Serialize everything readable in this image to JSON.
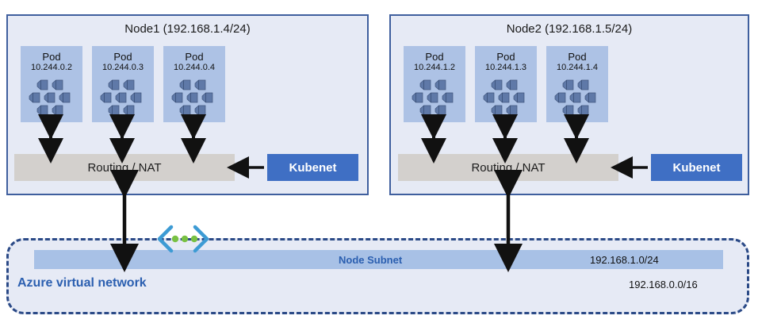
{
  "diagram": {
    "title": "Azure Kubernetes kubenet networking",
    "colors": {
      "node_fill": "#e6eaf5",
      "node_border": "#3f5f9e",
      "pod_fill": "#adc2e5",
      "routing_fill": "#d3d0cd",
      "kubenet_fill": "#3f6fc4",
      "subnet_fill": "#a8c1e6",
      "vnet_border": "#2b4a87",
      "accent_blue": "#2b5fb0",
      "chevron_blue": "#3d9bd4",
      "dot_green": "#79c143",
      "arrow_black": "#111111"
    }
  },
  "nodes": [
    {
      "title": "Node1 (192.168.1.4/24)",
      "pods": [
        {
          "label": "Pod",
          "ip": "10.244.0.2",
          "icon": "pod-cluster-icon"
        },
        {
          "label": "Pod",
          "ip": "10.244.0.3",
          "icon": "pod-cluster-icon"
        },
        {
          "label": "Pod",
          "ip": "10.244.0.4",
          "icon": "pod-cluster-icon"
        }
      ],
      "routing": "Routing / NAT",
      "kubenet": "Kubenet"
    },
    {
      "title": "Node2 (192.168.1.5/24)",
      "pods": [
        {
          "label": "Pod",
          "ip": "10.244.1.2",
          "icon": "pod-cluster-icon"
        },
        {
          "label": "Pod",
          "ip": "10.244.1.3",
          "icon": "pod-cluster-icon"
        },
        {
          "label": "Pod",
          "ip": "10.244.1.4",
          "icon": "pod-cluster-icon"
        }
      ],
      "routing": "Routing / NAT",
      "kubenet": "Kubenet"
    }
  ],
  "vnet": {
    "name": "Azure virtual network",
    "cidr": "192.168.0.0/16",
    "subnet": {
      "label": "Node Subnet",
      "cidr": "192.168.1.0/24"
    },
    "connector_icon": "chevron-dots-icon"
  }
}
